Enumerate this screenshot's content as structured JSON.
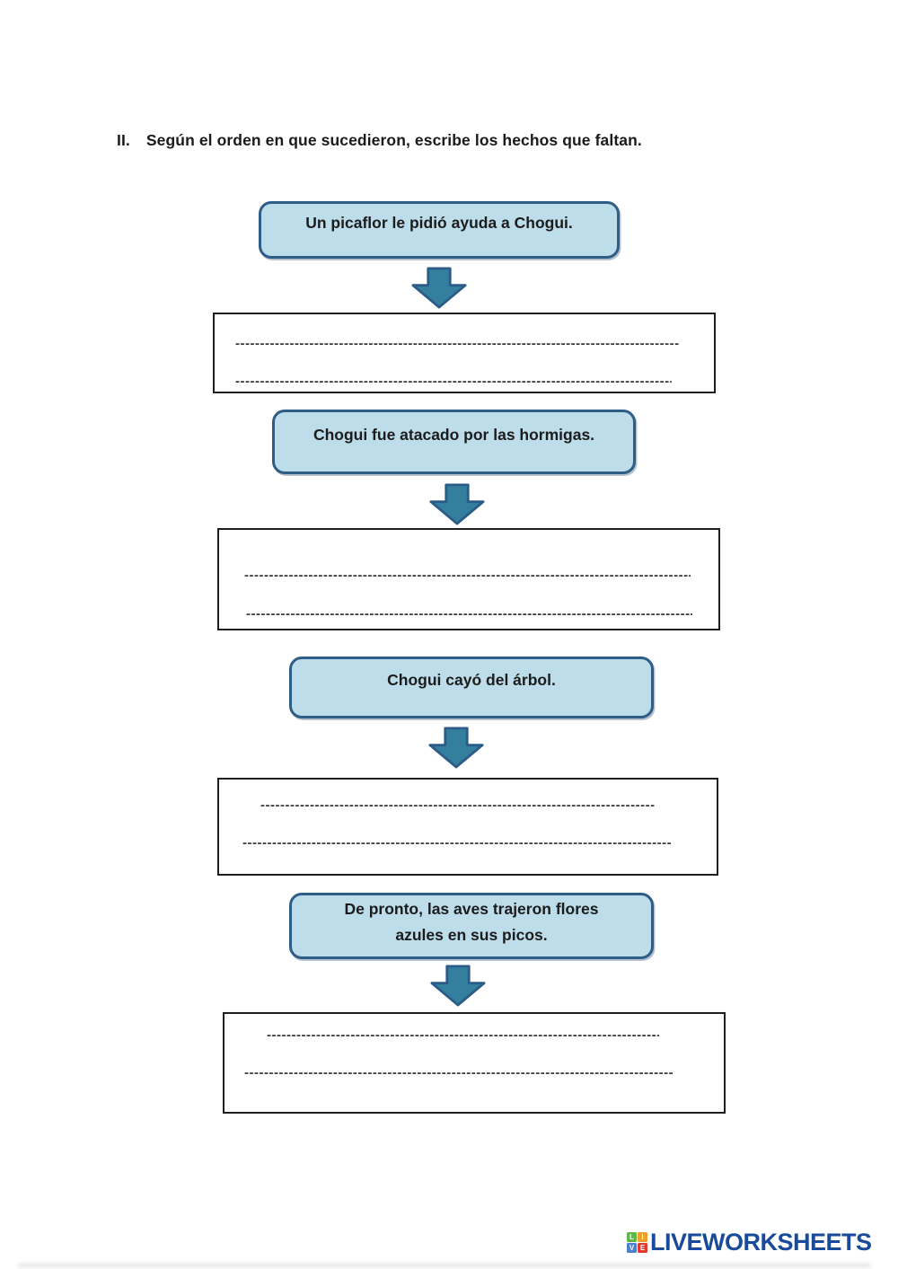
{
  "header": {
    "number": "II.",
    "instruction": "Según el orden en que sucedieron, escribe los hechos que faltan."
  },
  "flowchart": {
    "events": [
      {
        "label": "Un picaflor le pidió ayuda a Chogui."
      },
      {
        "label": "Chogui fue atacado por las hormigas."
      },
      {
        "label": "Chogui cayó del árbol."
      },
      {
        "label": "De pronto, las aves trajeron flores azules en sus picos."
      }
    ],
    "answer_line_fill": "------------------------------------------------------------------------------------------------------------------------",
    "arrow_icon": "down-block-arrow"
  },
  "footer": {
    "brand": "LIVEWORKSHEETS",
    "logo_letters": [
      "L",
      "I",
      "V",
      "E"
    ]
  },
  "colors": {
    "event_box_fill": "#bcdde9",
    "event_box_border": "#2e5d87",
    "arrow_fill": "#357f9e",
    "arrow_border": "#2b5c88",
    "answer_box_border": "#1f1f1f",
    "dash_color": "#3a3a3a",
    "brand_navy": "#1a4a9b",
    "logo_green": "#5cb947",
    "logo_orange": "#f0a028",
    "logo_blue": "#4a7fd4",
    "logo_red": "#e23b2e"
  }
}
